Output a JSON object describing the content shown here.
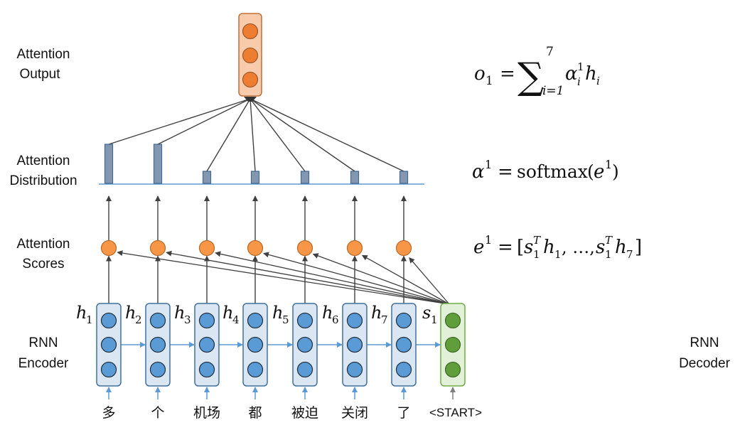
{
  "title": "Attention mechanism: RNN encoder-decoder (seq2seq with attention)",
  "layer_labels": {
    "attention_output": [
      "Attention",
      "Output"
    ],
    "attention_distribution": [
      "Attention",
      "Distribution"
    ],
    "attention_scores": [
      "Attention",
      "Scores"
    ],
    "rnn_encoder": [
      "RNN",
      "Encoder"
    ],
    "rnn_decoder": [
      "RNN",
      "Decoder"
    ]
  },
  "encoder": {
    "hidden_labels": [
      "h1",
      "h2",
      "h3",
      "h4",
      "h5",
      "h6",
      "h7"
    ],
    "hidden_label_base": "h",
    "hidden_label_subs": [
      "1",
      "2",
      "3",
      "4",
      "5",
      "6",
      "7"
    ],
    "input_words": [
      "多",
      "个",
      "机场",
      "都",
      "被迫",
      "关闭",
      "了"
    ],
    "units_per_cell": 3
  },
  "decoder": {
    "state_label_base": "s",
    "state_label_sub": "1",
    "input_token": "<START>",
    "units_per_cell": 3
  },
  "attention_distribution": {
    "relative_weights": [
      1.0,
      1.0,
      0.3,
      0.3,
      0.3,
      0.3,
      0.3
    ]
  },
  "equations": {
    "output": {
      "lhs": "o",
      "lhs_sub": "1",
      "sum_upper": "7",
      "sum_lower": "i=1",
      "term": "α",
      "term_sup": "1",
      "term_sub": "i",
      "term2": "h",
      "term2_sub": "i",
      "text": "o_1 = Σ_{i=1}^{7} α_i^1 h_i"
    },
    "distribution": {
      "lhs": "α",
      "lhs_sup": "1",
      "rhs_fn": "softmax",
      "rhs_arg": "e",
      "rhs_arg_sup": "1",
      "text": "α^1 = softmax(e^1)"
    },
    "scores": {
      "lhs": "e",
      "lhs_sup": "1",
      "text": "e^1 = [s_1^T h_1, ..., s_1^T h_7]",
      "first": {
        "s": "s",
        "s_sub": "1",
        "s_sup": "T",
        "h": "h",
        "h_sub": "1"
      },
      "ellipsis": "…,",
      "last": {
        "s": "s",
        "s_sub": "1",
        "s_sup": "T",
        "h": "h",
        "h_sub": "7"
      }
    }
  },
  "colors": {
    "encoder_fill": "#dae6f2",
    "encoder_stroke": "#41719c",
    "encoder_unit": "#5b9bd5",
    "decoder_fill": "#e2efd9",
    "decoder_stroke": "#70ad47",
    "decoder_unit": "#5f9e3a",
    "score_unit": "#f79646",
    "score_stroke": "#b86b2a",
    "output_fill": "#f8cbad",
    "output_stroke": "#c0703a",
    "output_unit": "#ed7d31",
    "bar_fill": "#8497b0",
    "bar_stroke": "#44688f",
    "baseline": "#5b9bd5",
    "arrow_dark": "#404040",
    "arrow_blue": "#5b9bd5",
    "arrow_gray": "#7f7f7f"
  }
}
